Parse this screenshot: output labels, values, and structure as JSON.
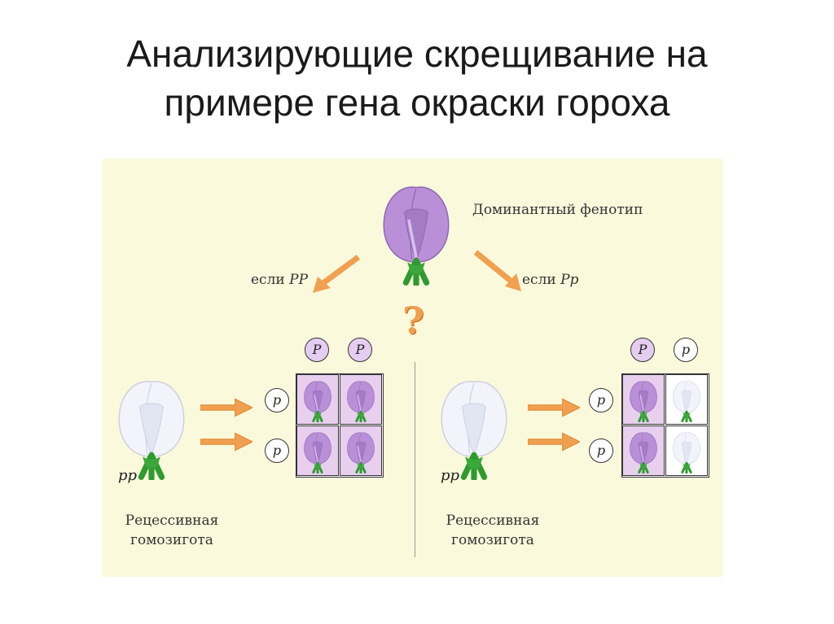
{
  "slide": {
    "title_line1": "Анализирующие скрещивание на",
    "title_line2": "примере гена окраски гороха"
  },
  "diagram": {
    "dominant_label": "Доминантный фенотип",
    "left_case": {
      "prefix": "если ",
      "genotype": "PP"
    },
    "right_case": {
      "prefix": "если ",
      "genotype": "Pp"
    },
    "question_mark": "?",
    "left": {
      "genotype": "pp",
      "caption_line1": "Рецессивная",
      "caption_line2": "гомозигота",
      "gametes_top": [
        "P",
        "P"
      ],
      "gametes_side": [
        "p",
        "p"
      ],
      "offspring": [
        [
          "purple",
          "purple"
        ],
        [
          "purple",
          "purple"
        ]
      ]
    },
    "right": {
      "genotype": "pp",
      "caption_line1": "Рецессивная",
      "caption_line2": "гомозигота",
      "gametes_top": [
        "P",
        "p"
      ],
      "gametes_side": [
        "p",
        "p"
      ],
      "offspring": [
        [
          "purple",
          "white"
        ],
        [
          "purple",
          "white"
        ]
      ]
    },
    "colors": {
      "purple_flower": "#b78fd6",
      "white_flower": "#f2f4fb",
      "arrow": "#f0a050",
      "panel": "#fbf9dc",
      "cell_dominant": "#e8cfee"
    }
  }
}
